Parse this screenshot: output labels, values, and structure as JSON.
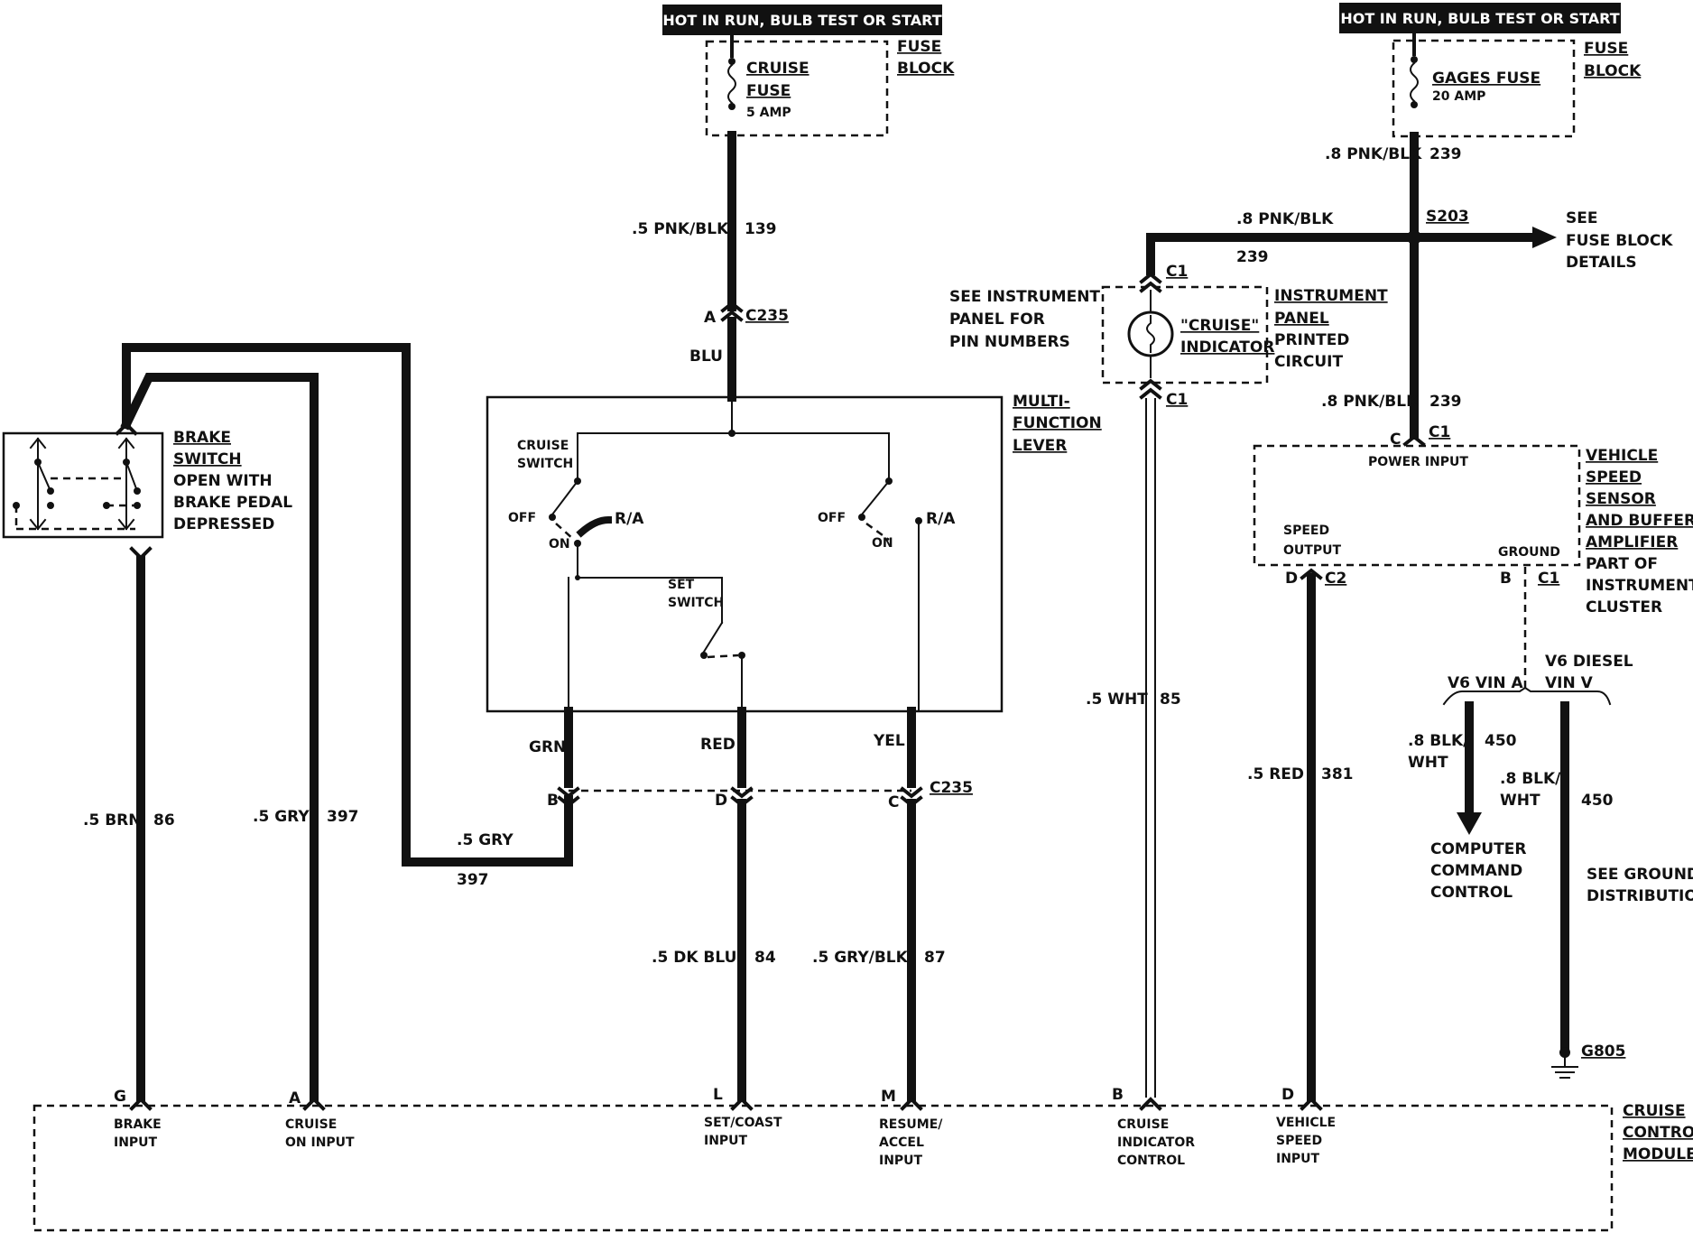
{
  "banners": {
    "left": "HOT IN RUN, BULB TEST OR START",
    "right": "HOT IN RUN, BULB TEST OR START"
  },
  "fuses": {
    "cruise": {
      "name_1": "CRUISE",
      "name_2": "FUSE",
      "rating": "5 AMP",
      "block_1": "FUSE",
      "block_2": "BLOCK"
    },
    "gages": {
      "name": "GAGES FUSE",
      "rating": "20 AMP",
      "block_1": "FUSE",
      "block_2": "BLOCK"
    }
  },
  "wires": {
    "pnk_blk_139": {
      "color": ".5 PNK/BLK",
      "circuit": "139"
    },
    "pnk_blk_239_top": {
      "color": ".8 PNK/BLK",
      "circuit": "239"
    },
    "pnk_blk_239_branch": {
      "color": ".8 PNK/BLK",
      "circuit": "239"
    },
    "pnk_blk_239_bottom": {
      "color": ".8 PNK/BLK",
      "circuit": "239"
    },
    "blu": "BLU",
    "grn": "GRN",
    "red": "RED",
    "yel": "YEL",
    "brn_86": {
      "color": ".5 BRN",
      "circuit": "86"
    },
    "gry_397": {
      "color": ".5 GRY",
      "circuit": "397"
    },
    "gry_397_b": {
      "color": ".5 GRY",
      "circuit": "397"
    },
    "dkblu_84": {
      "color": ".5 DK BLU",
      "circuit": "84"
    },
    "gryblk_87": {
      "color": ".5 GRY/BLK",
      "circuit": "87"
    },
    "wht_85": {
      "color": ".5 WHT",
      "circuit": "85"
    },
    "red_381": {
      "color": ".5 RED",
      "circuit": "381"
    },
    "blkwht_450_a": {
      "color_1": ".8 BLK/",
      "color_2": "WHT",
      "circuit": "450"
    },
    "blkwht_450_b": {
      "color_1": ".8 BLK/",
      "color_2": "WHT",
      "circuit": "450"
    }
  },
  "connectors": {
    "c235_top": "C235",
    "pin_a": "A",
    "c235_bottom": "C235",
    "pin_b": "B",
    "pin_d": "D",
    "pin_c": "C",
    "c1_top": "C1",
    "c1_bottom": "C1",
    "c1_vss": "C1",
    "pin_c_vss": "C",
    "c2_vss": "C2",
    "pin_d_vss": "D",
    "c1_gnd": "C1",
    "pin_b_vss": "B",
    "s203": "S203",
    "g805": "G805"
  },
  "fuse_block_details": [
    "SEE",
    "FUSE BLOCK",
    "DETAILS"
  ],
  "instrument_note": [
    "SEE INSTRUMENT",
    "PANEL FOR",
    "PIN NUMBERS"
  ],
  "indicator": {
    "label_1": "\"CRUISE\"",
    "label_2": "INDICATOR"
  },
  "printed_circuit": [
    "INSTRUMENT",
    "PANEL",
    "PRINTED",
    "CIRCUIT"
  ],
  "brake_switch": [
    "BRAKE",
    "SWITCH",
    "OPEN WITH",
    "BRAKE PEDAL",
    "DEPRESSED"
  ],
  "mfl": {
    "title": [
      "MULTI-",
      "FUNCTION",
      "LEVER"
    ],
    "cruise_switch": [
      "CRUISE",
      "SWITCH"
    ],
    "set_switch": [
      "SET",
      "SWITCH"
    ],
    "off_left": "OFF",
    "on_left": "ON",
    "ra_left": "R/A",
    "off_right": "OFF",
    "on_right": "ON",
    "ra_right": "R/A"
  },
  "vss": {
    "title": [
      "VEHICLE",
      "SPEED",
      "SENSOR",
      "AND BUFFER",
      "AMPLIFIER"
    ],
    "part_of": [
      "PART OF",
      "INSTRUMENT",
      "CLUSTER"
    ],
    "power_input": "POWER INPUT",
    "speed_output": [
      "SPEED",
      "OUTPUT"
    ],
    "ground": "GROUND"
  },
  "engine_options": {
    "v6_vin_a": "V6 VIN A",
    "v6_diesel": "V6 DIESEL",
    "vin_v": "VIN V"
  },
  "computer_command": [
    "COMPUTER",
    "COMMAND",
    "CONTROL"
  ],
  "ground_distribution": [
    "SEE GROUND",
    "DISTRIBUTION"
  ],
  "module": {
    "title": [
      "CRUISE",
      "CONTROL",
      "MODULE"
    ],
    "pins": [
      {
        "pin": "G",
        "label_1": "BRAKE",
        "label_2": "INPUT"
      },
      {
        "pin": "A",
        "label_1": "CRUISE",
        "label_2": "ON INPUT"
      },
      {
        "pin": "L",
        "label_1": "SET/COAST",
        "label_2": "INPUT"
      },
      {
        "pin": "M",
        "label_1": "RESUME/",
        "label_2": "ACCEL",
        "label_3": "INPUT"
      },
      {
        "pin": "B",
        "label_1": "CRUISE",
        "label_2": "INDICATOR",
        "label_3": "CONTROL"
      },
      {
        "pin": "D",
        "label_1": "VEHICLE",
        "label_2": "SPEED",
        "label_3": "INPUT"
      }
    ]
  }
}
